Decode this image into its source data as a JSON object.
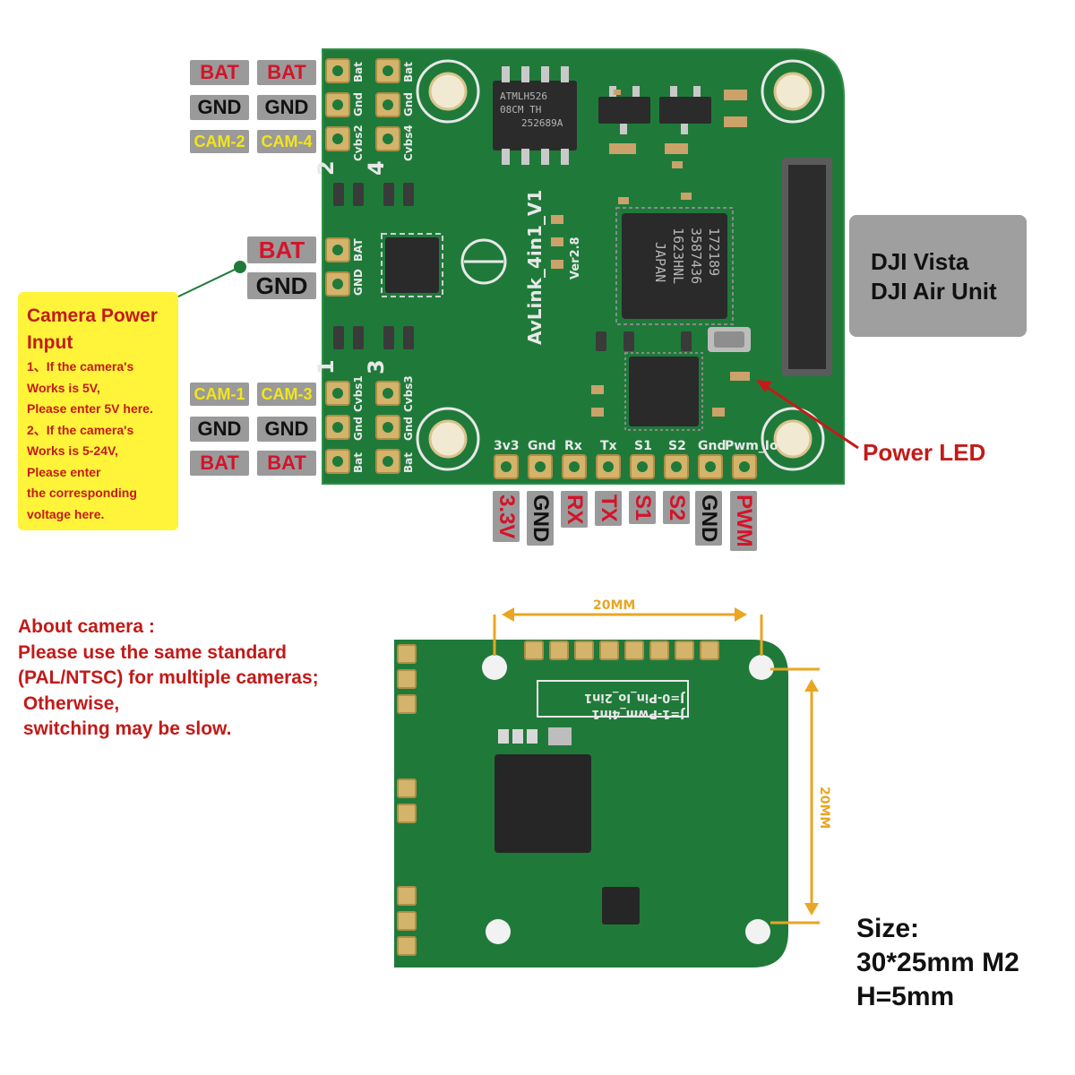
{
  "left_top_tags": [
    {
      "col1": "BAT",
      "col2": "BAT",
      "style": "red"
    },
    {
      "col1": "GND",
      "col2": "GND",
      "style": "blk"
    },
    {
      "col1": "CAM-2",
      "col2": "CAM-4",
      "style": "yel"
    }
  ],
  "left_mid_tags": [
    {
      "text": "BAT",
      "style": "red"
    },
    {
      "text": "GND",
      "style": "blk"
    }
  ],
  "left_bottom_tags": [
    {
      "col1": "CAM-1",
      "col2": "CAM-3",
      "style": "yel"
    },
    {
      "col1": "GND",
      "col2": "GND",
      "style": "blk"
    },
    {
      "col1": "BAT",
      "col2": "BAT",
      "style": "red"
    }
  ],
  "bottom_vertical_tags": [
    {
      "text": "3.3V",
      "style": "red"
    },
    {
      "text": "GND",
      "style": "blk"
    },
    {
      "text": "RX",
      "style": "red"
    },
    {
      "text": "TX",
      "style": "red"
    },
    {
      "text": "S1",
      "style": "red"
    },
    {
      "text": "S2",
      "style": "red"
    },
    {
      "text": "GND",
      "style": "blk"
    },
    {
      "text": "PWM",
      "style": "red"
    }
  ],
  "camera_note": {
    "title_line1": "Camera Power",
    "title_line2": "Input",
    "lines": [
      "1、If the camera's",
      "Works is 5V,",
      "Please enter 5V here.",
      " 2、If the camera's",
      "Works is 5-24V,",
      "Please enter",
      "the corresponding",
      "voltage here."
    ]
  },
  "dji_box": {
    "line1": "DJI Vista",
    "line2": "DJI Air Unit"
  },
  "power_led": "Power LED",
  "about_camera": "About camera :\nPlease use the same standard\n(PAL/NTSC) for multiple cameras;\n Otherwise,\n switching may be slow.",
  "size_text": "Size:\n30*25mm M2\nH=5mm",
  "pcb_top": {
    "board_name": "AvLink_4in1_V1",
    "version": "Ver2.8",
    "pin_labels": [
      "3v3",
      "Gnd",
      "Rx",
      "Tx",
      "S1",
      "S2",
      "Gnd",
      "Pwm_Io"
    ],
    "left_pad_labels_top": [
      "Bat",
      "Gnd",
      "Cvbs2",
      "Bat",
      "Gnd",
      "Cvbs4"
    ],
    "left_pad_labels_bottom": [
      "Cvbs1",
      "Gnd",
      "Bat",
      "Cvbs3",
      "Gnd",
      "Bat"
    ],
    "chip_ic1": "ATMLH526\n08CM TH\n252689A",
    "chip_main": "172189\n3587436\n1623HNL\nJAPAN",
    "side_numbers": [
      "2",
      "4",
      "1",
      "3"
    ]
  },
  "pcb_bottom": {
    "jumper1": "J=1-Pwm_4in1",
    "jumper2": "J=0-Pin_Io_2in1",
    "dim_width": "20MM",
    "dim_height": "20MM"
  },
  "colors": {
    "pcb": "#1f7a3a",
    "pcb_dark": "#16632d",
    "pad": "#d4b36a",
    "tag_gray": "#9a9a9a",
    "label_red": "#d3142a",
    "label_yellow": "#f2e51c",
    "note_yellow": "#fff43a",
    "dim_orange": "#e9a623"
  }
}
